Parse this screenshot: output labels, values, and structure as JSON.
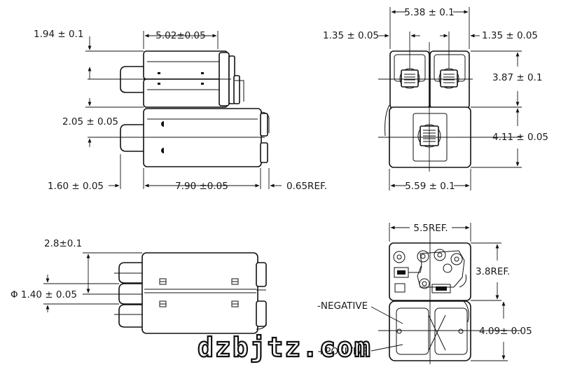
{
  "views": {
    "side_top": {
      "dims": {
        "top_width": "5.02±0.05",
        "top_height": "1.94 ± 0.1",
        "mid_height": "2.05 ± 0.05",
        "bottom_left": "1.60 ± 0.05",
        "bottom_length": "7.90 ±0.05",
        "bottom_right": "0.65REF."
      }
    },
    "end_top": {
      "dims": {
        "overall_top": "5.38 ± 0.1",
        "left_cell": "1.35 ± 0.05",
        "right_cell": "1.35 ± 0.05",
        "upper_height": "3.87 ± 0.1",
        "lower_height": "4.11 ± 0.05",
        "bottom_width": "5.59 ± 0.1"
      }
    },
    "side_bottom": {
      "dims": {
        "left_height": "2.8±0.1",
        "diameter": "Φ 1.40 ± 0.05"
      }
    },
    "end_bottom": {
      "dims": {
        "top_width": "5.5REF.",
        "upper_height": "3.8REF.",
        "lower_height": "4.09± 0.05"
      },
      "labels": {
        "negative": "-NEGATIVE",
        "positive": "+POSITIVE"
      }
    }
  },
  "watermark": "dzbjtz.com"
}
